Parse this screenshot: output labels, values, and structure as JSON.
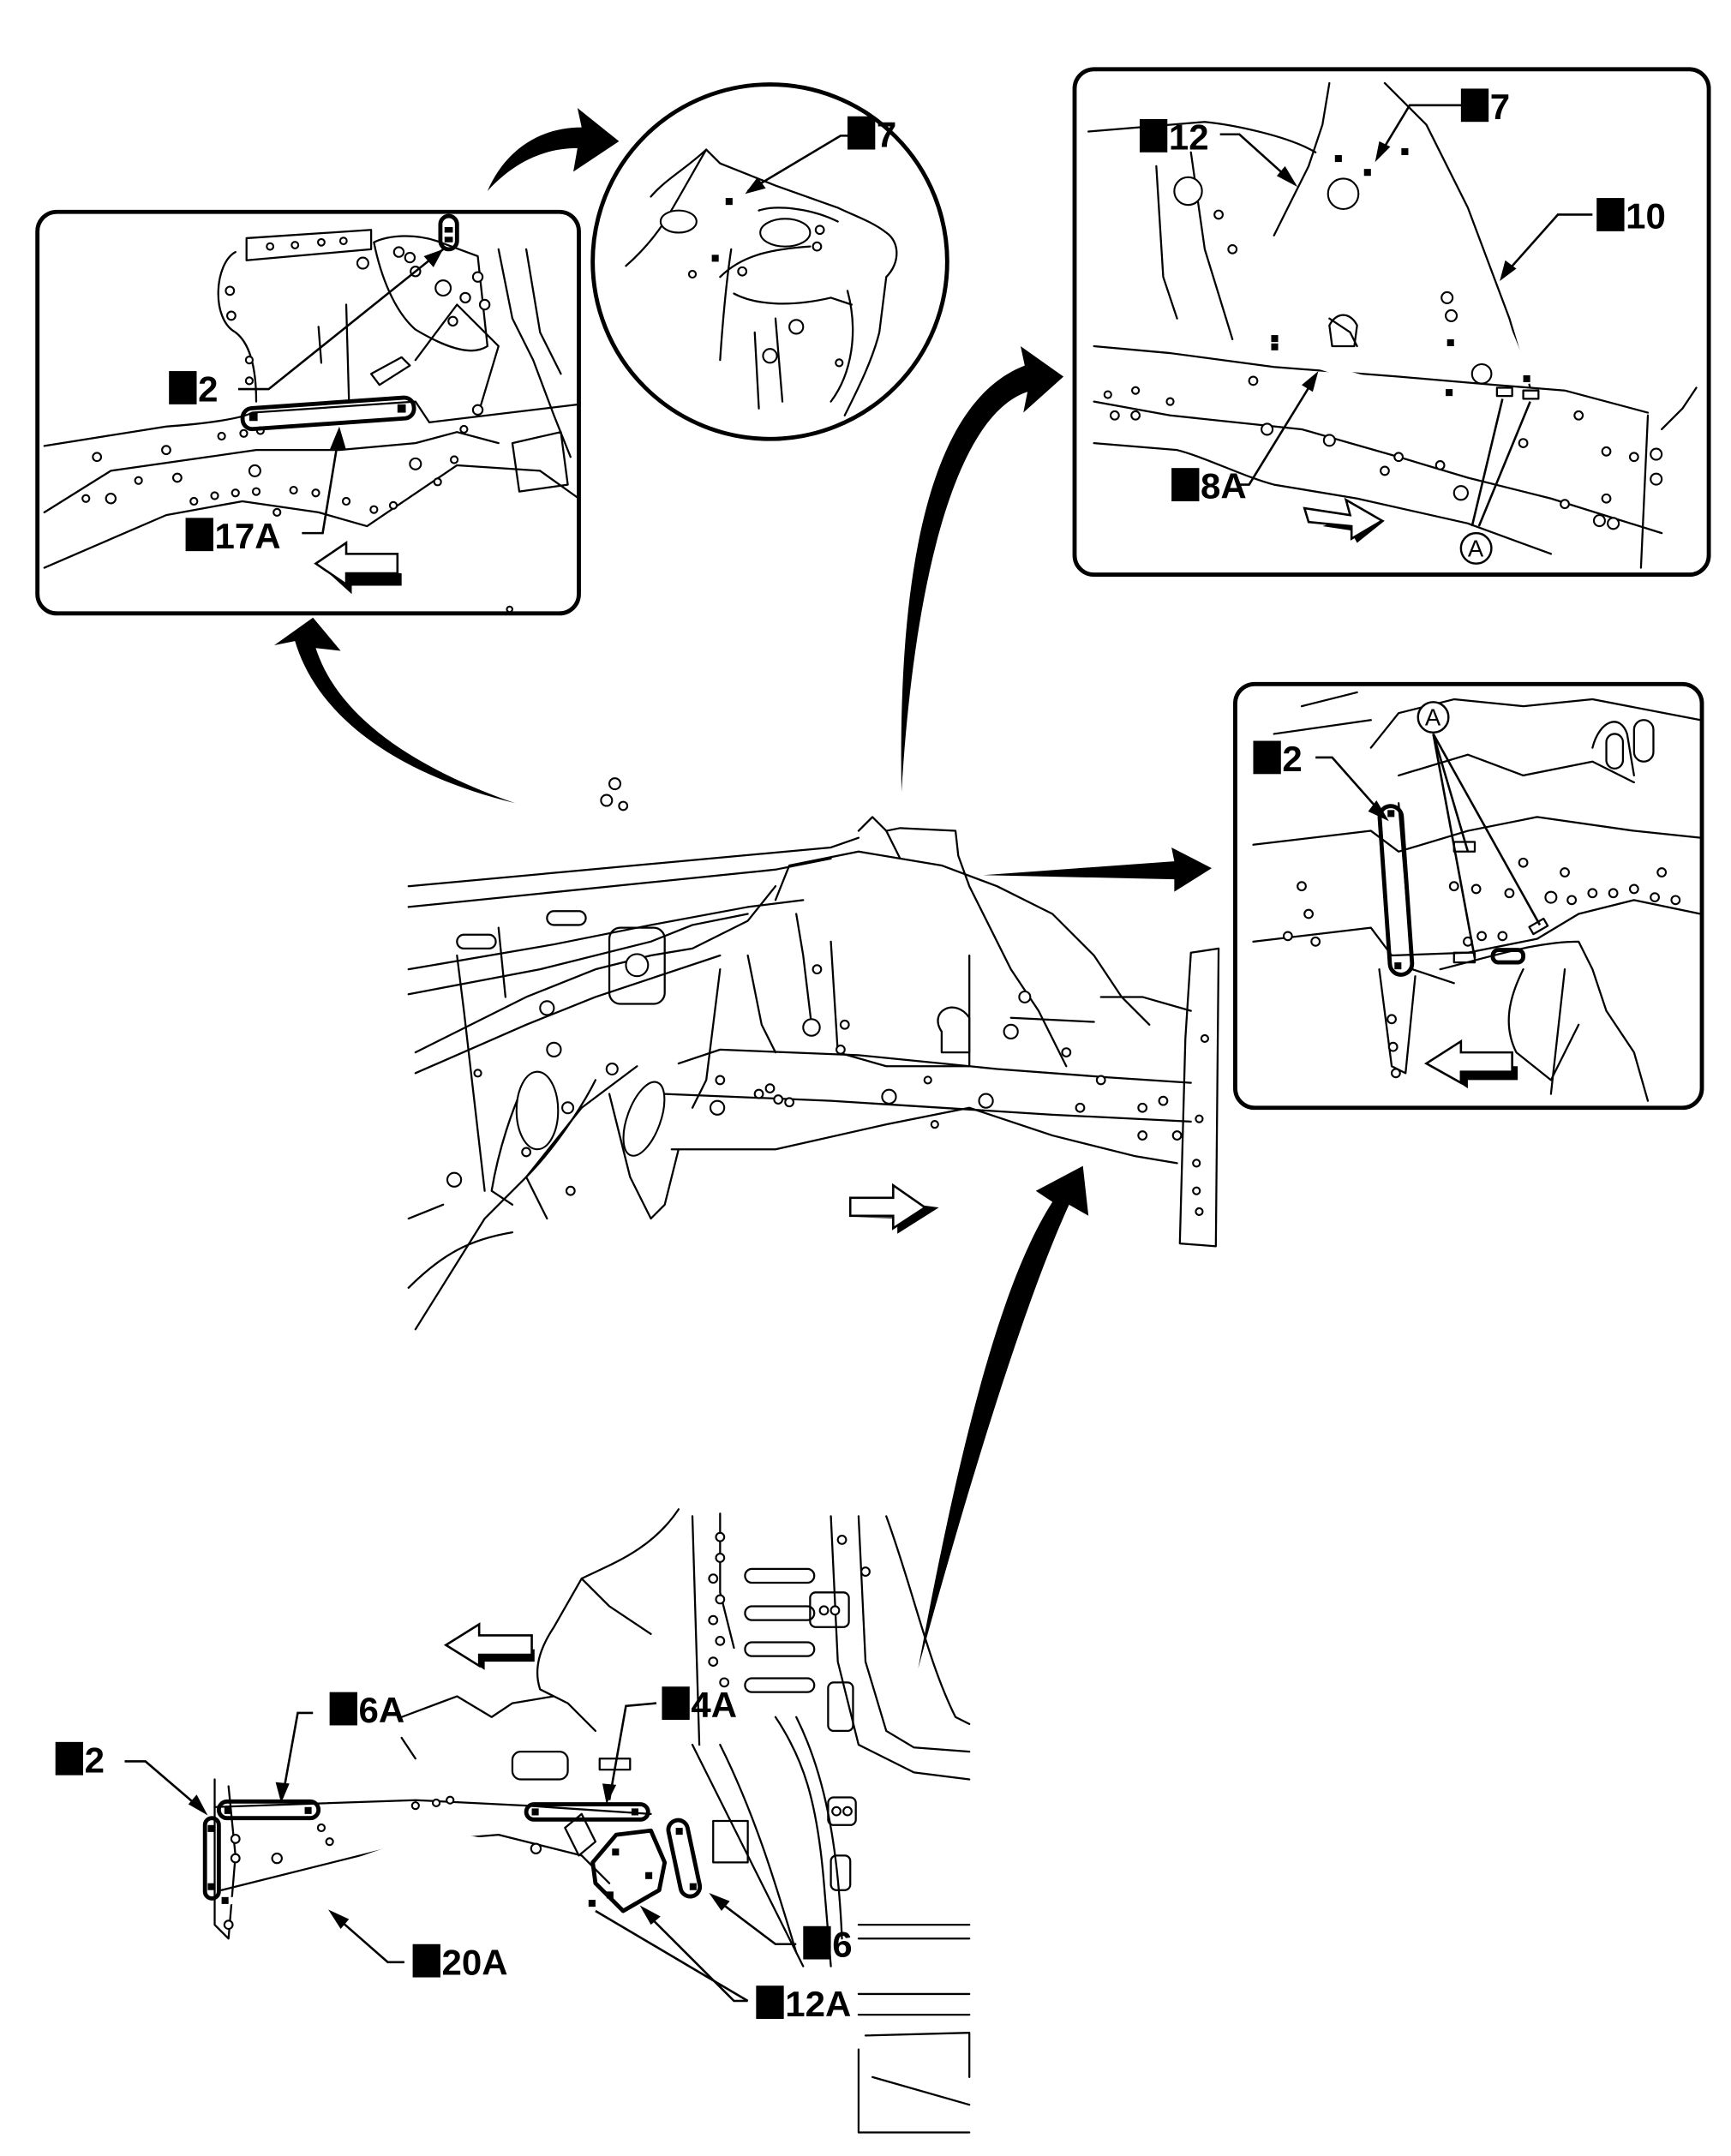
{
  "diagram": {
    "type": "body-repair-welding-locations",
    "panels": [
      {
        "id": "panel-top-left",
        "labels": [
          "2",
          "17A"
        ],
        "direction_arrow": "left"
      },
      {
        "id": "panel-top-circle",
        "labels": [
          "7"
        ]
      },
      {
        "id": "panel-top-right",
        "labels": [
          "12",
          "7",
          "10",
          "8A"
        ],
        "reference_labels": [
          "A"
        ],
        "direction_arrow": "right"
      },
      {
        "id": "panel-mid-right",
        "labels": [
          "2"
        ],
        "reference_labels": [
          "A"
        ],
        "direction_arrow": "left"
      },
      {
        "id": "main-view",
        "direction_arrow": "right"
      },
      {
        "id": "bottom-view",
        "labels": [
          "2",
          "6A",
          "4A",
          "20A",
          "6",
          "12A"
        ],
        "direction_arrow": "left"
      }
    ]
  },
  "labels": {
    "tl_2": "2",
    "tl_17a": "17A",
    "circ_7": "7",
    "tr_12": "12",
    "tr_7": "7",
    "tr_10": "10",
    "tr_8a": "8A",
    "tr_ref_a": "A",
    "mr_2": "2",
    "mr_ref_a": "A",
    "bt_2": "2",
    "bt_6a": "6A",
    "bt_4a": "4A",
    "bt_20a": "20A",
    "bt_6": "6",
    "bt_12a": "12A"
  },
  "legend": {
    "square_marker": "black-square-spot-weld-symbol",
    "circled_letter": "reference-point"
  },
  "colors": {
    "ink": "#000000",
    "paper": "#ffffff"
  }
}
